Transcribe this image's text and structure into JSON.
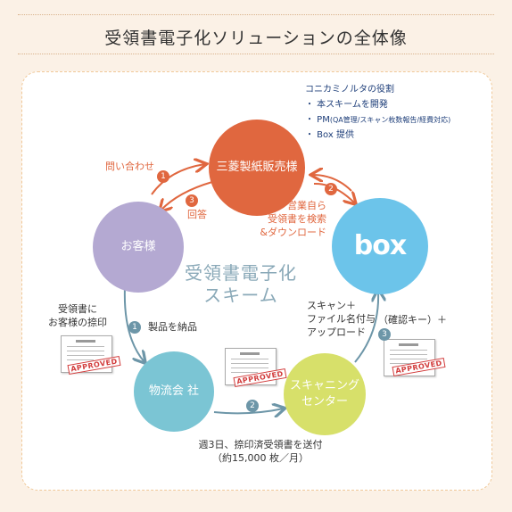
{
  "title": "受領書電子化ソリューションの全体像",
  "center_label": [
    "受領書電子化",
    "スキーム"
  ],
  "nodes": {
    "mitsubishi": "三菱製紙販売様",
    "box": "box",
    "customer": "お客様",
    "logistics": "物流会 社",
    "scanning": [
      "スキャニング",
      "センター"
    ]
  },
  "konica_notes": {
    "heading": "コニカミノルタの役割",
    "items": [
      "・ 本スキームを開発",
      "・ PM",
      "(QA管理/スキャン枚数報告/経費対応)",
      "・ Box 提供"
    ]
  },
  "labels": {
    "inquiry": "問い合わせ",
    "reply": "回答",
    "sales_search": [
      "営業自ら",
      "受領書を検索",
      "&ダウンロード"
    ],
    "customer_stamp": [
      "受領書に",
      "お客様の捺印"
    ],
    "delivery": "製品を納品",
    "scan_upload": [
      "スキャン＋",
      "ファイル名付与",
      "アップロード"
    ],
    "confirm_key": "（確認キー）＋",
    "weekly_send": [
      "週3日、捺印済受領書を送付",
      "（約15,000 枚／月）"
    ]
  },
  "step_numbers": [
    "1",
    "2",
    "3",
    "1",
    "2",
    "3"
  ],
  "stamp_text": "APPROVED",
  "colors": {
    "orange": "#e0673f",
    "box_blue": "#6cc4ea",
    "customer_purple": "#b4a9d2",
    "logistics_teal": "#7bc5d4",
    "scanning_green": "#d7e06a",
    "arrow_blue": "#6d96a8"
  }
}
